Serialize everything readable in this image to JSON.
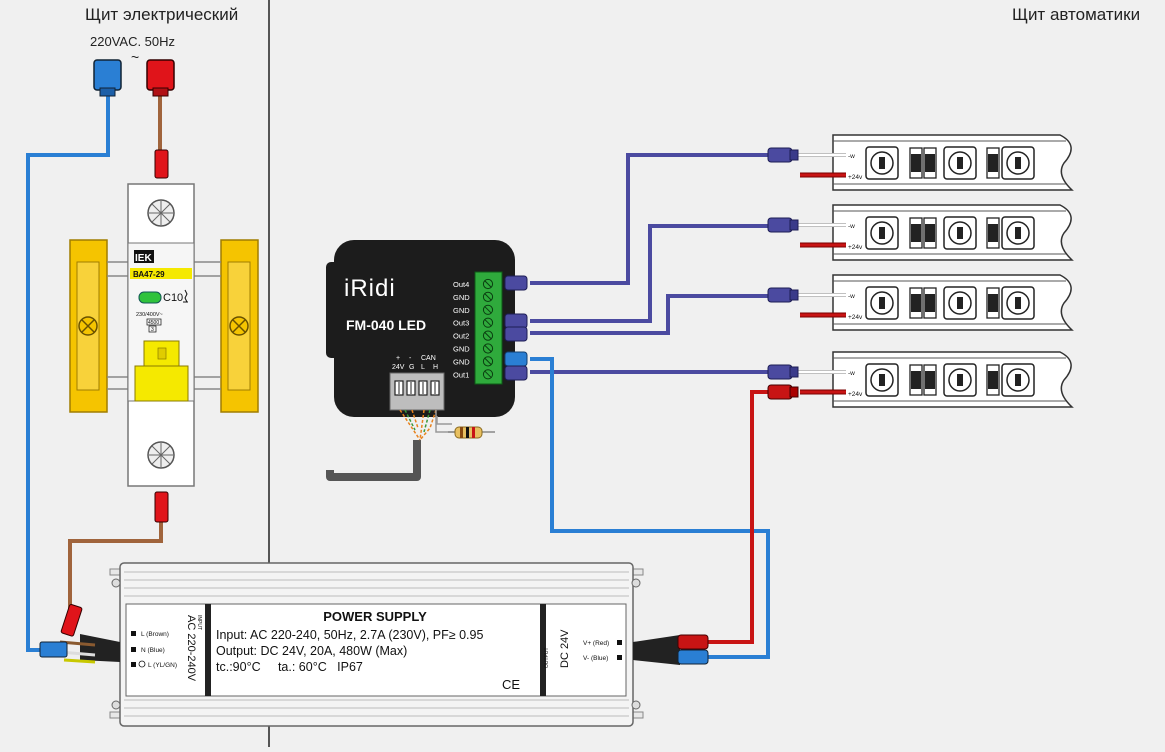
{
  "panels": {
    "left_title": "Щит электрический",
    "right_title": "Щит автоматики"
  },
  "mains": {
    "label": "220VAC. 50Hz",
    "symbol": "~"
  },
  "breaker": {
    "brand": "IEK",
    "model": "ВА47-29",
    "rating": "C10",
    "voltage": "230/400V~",
    "code_a": "4500",
    "code_b": "3"
  },
  "controller": {
    "brand": "iRidi",
    "model": "FM-040 LED",
    "outputs": [
      "Out4",
      "GND",
      "GND",
      "Out3",
      "Out2",
      "GND",
      "GND",
      "Out1"
    ],
    "bottom_labels": {
      "plus": "+",
      "minus": "-",
      "can": "CAN",
      "v24": "24V",
      "gnd_sym": "G",
      "l": "L",
      "h": "H"
    }
  },
  "strips": {
    "w_label": "-w",
    "v_label": "+24v",
    "count": 4
  },
  "power_supply": {
    "title": "POWER SUPPLY",
    "input": "Input: AC 220-240, 50Hz, 2.7A (230V), PF≥ 0.95",
    "output": "Output: DC 24V, 20A, 480W (Max)",
    "temps": "tc.:90°C     ta.: 60°C   IP67",
    "ce": "CE",
    "left_side": "AC 220-240V",
    "left_small": "INPUT",
    "right_side": "DC 24V",
    "right_small": "OUTPUT",
    "terminals_left": [
      "L (Brown)",
      "N (Blue)",
      "L (YL/GN)"
    ],
    "terminals_right": [
      "V+ (Red)",
      "V- (Blue)"
    ]
  },
  "colors": {
    "blue_wire": "#2a7fd4",
    "brown_wire": "#a0643c",
    "red_wire": "#c81414",
    "purple_wire": "#4b4aa0",
    "breaker_yellow": "#f5c400",
    "controller_body": "#1c1c1c",
    "terminal_green": "#2faa3c"
  }
}
